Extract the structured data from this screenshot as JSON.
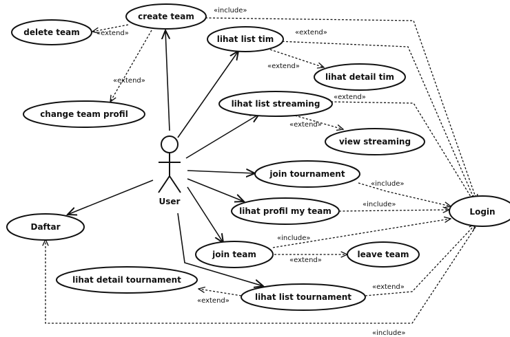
{
  "actor": {
    "name": "User"
  },
  "use_cases": {
    "create_team": "create team",
    "delete_team": "delete team",
    "change_team_profil": "change team profil",
    "lihat_list_tim": "lihat list tim",
    "lihat_detail_tim": "lihat detail tim",
    "lihat_list_streaming": "lihat list streaming",
    "view_streaming": "view streaming",
    "join_tournament": "join tournament",
    "lihat_profil_my_team": "lihat profil my team",
    "login": "Login",
    "daftar": "Daftar",
    "join_team": "join team",
    "leave_team": "leave team",
    "lihat_detail_tournament": "lihat detail tournament",
    "lihat_list_tournament": "lihat list tournament"
  },
  "relations": {
    "include": "«include»",
    "extend": "«extend»"
  }
}
